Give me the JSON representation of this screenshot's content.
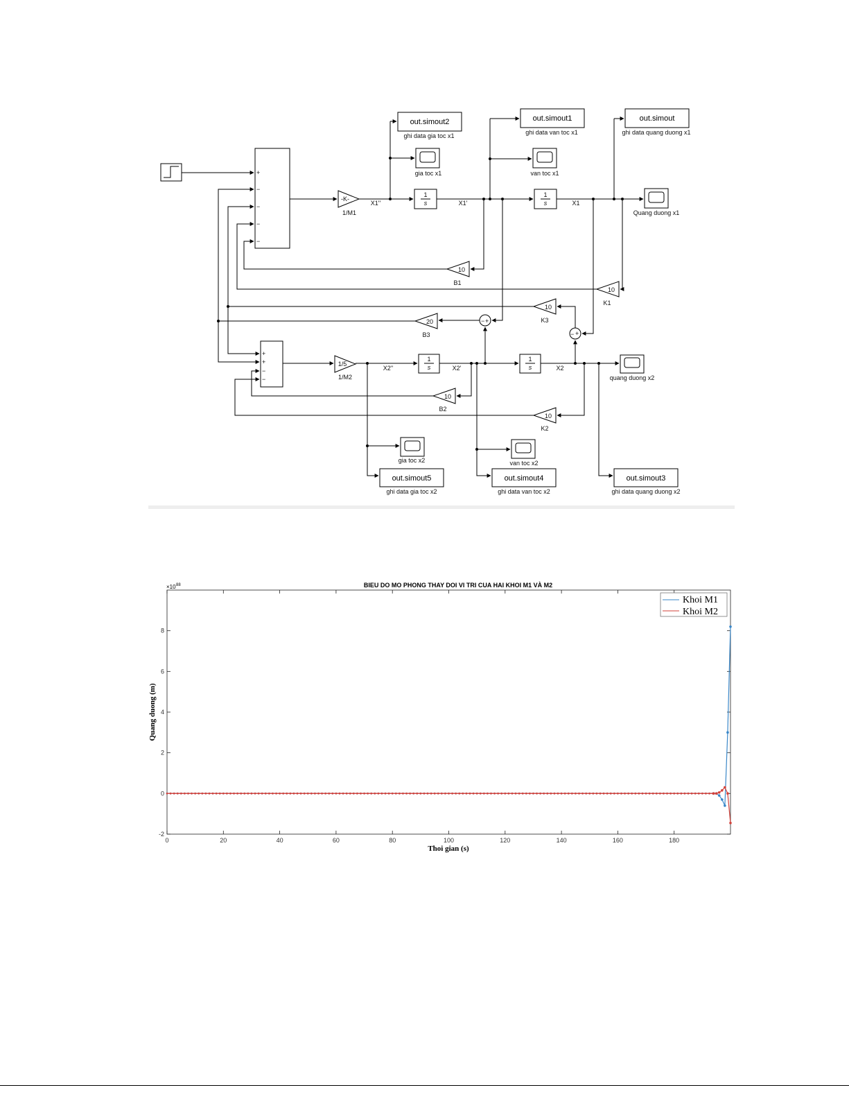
{
  "diagram": {
    "blocks": {
      "simout2": "out.simout2",
      "simout1": "out.simout1",
      "simout": "out.simout",
      "simout5": "out.simout5",
      "simout4": "out.simout4",
      "simout3": "out.simout3",
      "gain_m1": "-K-",
      "gain_m2": "1/5",
      "integrator_num": "1",
      "integrator_den": "s",
      "gain_b1": "10",
      "gain_k1": "10",
      "gain_k3": "10",
      "gain_b3": "20",
      "gain_b2": "10",
      "gain_k2": "10"
    },
    "labels": {
      "ghi_gia_toc_x1": "ghi data gia toc x1",
      "ghi_van_toc_x1": "ghi data van toc x1",
      "ghi_quang_duong_x1": "ghi data quang duong x1",
      "gia_toc_x1": "gia toc x1",
      "van_toc_x1": "van toc x1",
      "quang_duong_x1": "Quang duong x1",
      "m1": "1/M1",
      "m2": "1/M2",
      "b1": "B1",
      "k1": "K1",
      "k3": "K3",
      "b3": "B3",
      "b2": "B2",
      "k2": "K2",
      "quang_duong_x2": "quang duong x2",
      "gia_toc_x2": "gia toc x2",
      "van_toc_x2": "van toc x2",
      "ghi_gia_toc_x2": "ghi data gia toc x2",
      "ghi_van_toc_x2": "ghi data van toc x2",
      "ghi_quang_duong_x2": "ghi data quang duong x2"
    },
    "signals": {
      "x1dd": "X1''",
      "x1d": "X1'",
      "x1": "X1",
      "x2dd": "X2''",
      "x2d": "X2'",
      "x2": "X2"
    },
    "signs": {
      "plus": "+",
      "minus": "−"
    }
  },
  "chart_data": {
    "type": "line",
    "title": "BIEU DO MO PHONG THAY DOI VI TRI CUA HAI KHOI M1 VÀ M2",
    "xlabel": "Thoi gian (s)",
    "ylabel": "Quang duong (m)",
    "y_exponent_base": "×10",
    "y_exponent_power": "88",
    "xlim": [
      0,
      200
    ],
    "ylim": [
      -2,
      10
    ],
    "xticks": [
      0,
      20,
      40,
      60,
      80,
      100,
      120,
      140,
      160,
      180
    ],
    "yticks": [
      -2,
      0,
      2,
      4,
      6,
      8
    ],
    "grid": false,
    "legend_position": "top-right",
    "series": [
      {
        "name": "Khoi M1",
        "color": "#3a87c8",
        "x": [
          194,
          195,
          196,
          197,
          198,
          199,
          200
        ],
        "y": [
          0,
          0,
          -0.1,
          -0.3,
          -0.6,
          3,
          8.2
        ]
      },
      {
        "name": "Khoi M2",
        "color": "#d2413a",
        "x": [
          194,
          195,
          196,
          197,
          198,
          199,
          200
        ],
        "y": [
          0,
          0,
          0.05,
          0.15,
          0.3,
          0,
          -1.45
        ]
      }
    ]
  }
}
